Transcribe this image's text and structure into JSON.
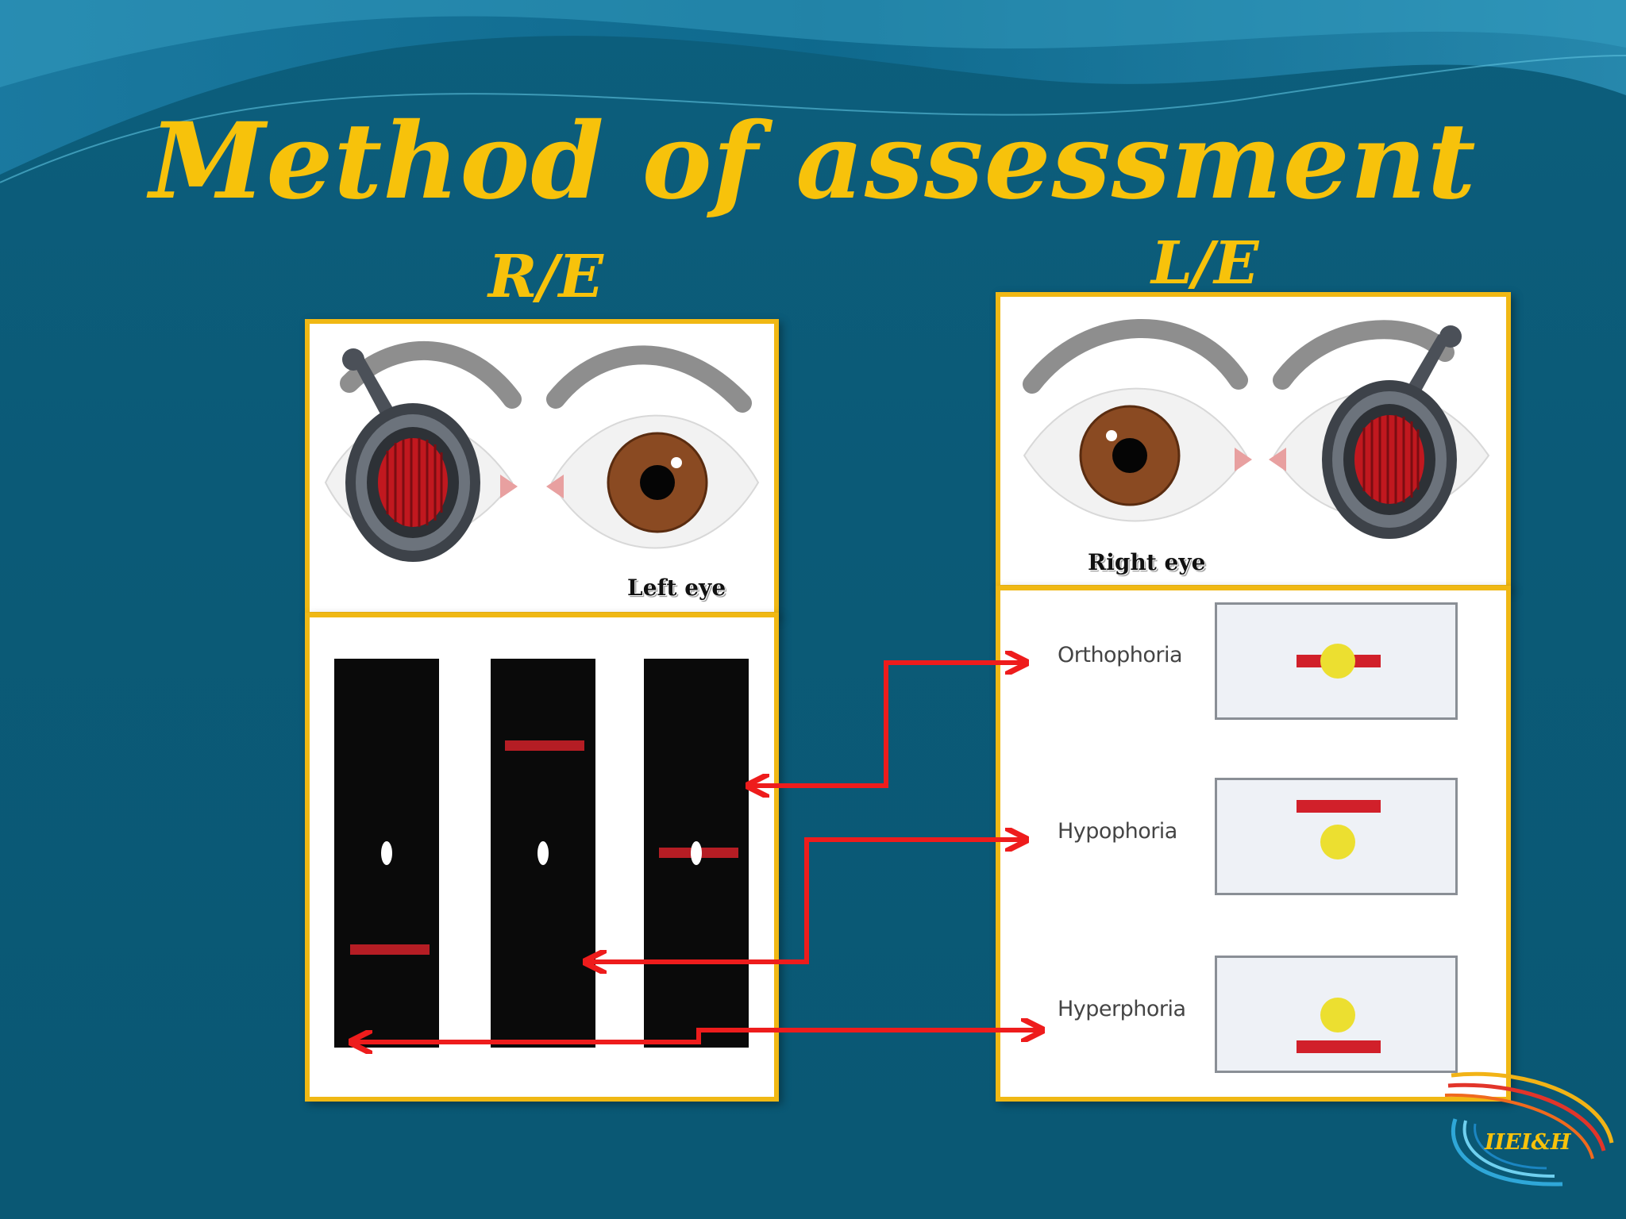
{
  "slide": {
    "title": "Method of assessment",
    "right_eye_heading": "R/E",
    "left_eye_heading": "L/E"
  },
  "re_panel": {
    "caption": "Left eye",
    "strip_count": 3
  },
  "le_panel": {
    "caption": "Right eye",
    "results": [
      {
        "label": "Orthophoria"
      },
      {
        "label": "Hypophoria"
      },
      {
        "label": "Hyperphoria"
      }
    ]
  },
  "logo": {
    "text": "IIEI&H"
  },
  "colors": {
    "background": "#0b5a77",
    "title": "#f7c20b",
    "panel_border": "#f0b814",
    "arrow": "#ee1c1c",
    "maddox_red": "#d1202a",
    "light_dot": "#ecdf30",
    "iris": "#8a4a22"
  },
  "icons": [
    "maddox-rod-icon",
    "eye-icon",
    "eyebrow-icon",
    "logo-swirl-icon"
  ]
}
